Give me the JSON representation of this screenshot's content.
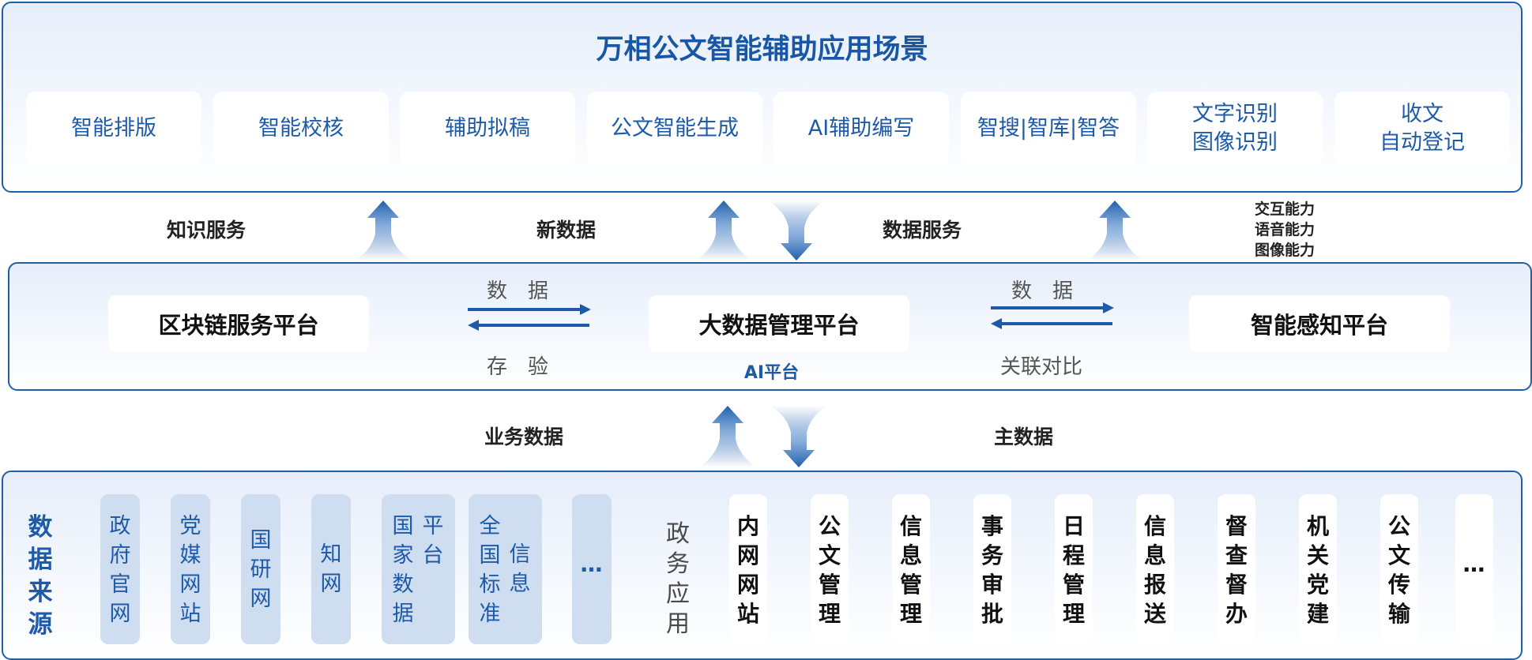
{
  "top": {
    "title": "万相公文智能辅助应用场景",
    "scenarios": [
      {
        "label": "智能排版"
      },
      {
        "label": "智能校核"
      },
      {
        "label": "辅助拟稿"
      },
      {
        "label": "公文智能生成"
      },
      {
        "label": "AI辅助编写"
      },
      {
        "label": "智搜|智库|智答"
      },
      {
        "label": "文字识别\n图像识别"
      },
      {
        "label": "收文\n自动登记"
      }
    ]
  },
  "upper_flows": {
    "knowledge_service": "知识服务",
    "new_data": "新数据",
    "data_service": "数据服务",
    "capabilities": [
      "交互能力",
      "语音能力",
      "图像能力"
    ]
  },
  "middle": {
    "blockchain": "区块链服务平台",
    "big_data": "大数据管理平台",
    "perception": "智能感知平台",
    "ai_platform": "AI平台",
    "left_link": {
      "top": "数　据",
      "bottom": "存　验"
    },
    "right_link": {
      "top": "数　据",
      "bottom": "关联对比"
    }
  },
  "lower_flows": {
    "business_data": "业务数据",
    "master_data": "主数据"
  },
  "bottom": {
    "title": [
      "数",
      "据",
      "来",
      "源"
    ],
    "sources": [
      {
        "cols": [
          [
            "政",
            "府",
            "官",
            "网"
          ]
        ]
      },
      {
        "cols": [
          [
            "党",
            "媒",
            "网",
            "站"
          ]
        ]
      },
      {
        "cols": [
          [
            "国",
            "研",
            "网"
          ]
        ]
      },
      {
        "cols": [
          [
            "知",
            "网"
          ]
        ]
      },
      {
        "cols": [
          [
            "国",
            "家",
            "数",
            "据"
          ],
          [
            "平",
            "台"
          ]
        ]
      },
      {
        "cols": [
          [
            "全",
            "国",
            "标",
            "准"
          ],
          [
            "信",
            "息"
          ]
        ]
      }
    ],
    "sources_more": "…",
    "gov_title": [
      "政",
      "务",
      "应",
      "用"
    ],
    "gov_apps": [
      {
        "chars": [
          "内",
          "网",
          "网",
          "站"
        ]
      },
      {
        "chars": [
          "公",
          "文",
          "管",
          "理"
        ]
      },
      {
        "chars": [
          "信",
          "息",
          "管",
          "理"
        ]
      },
      {
        "chars": [
          "事",
          "务",
          "审",
          "批"
        ]
      },
      {
        "chars": [
          "日",
          "程",
          "管",
          "理"
        ]
      },
      {
        "chars": [
          "信",
          "息",
          "报",
          "送"
        ]
      },
      {
        "chars": [
          "督",
          "查",
          "督",
          "办"
        ]
      },
      {
        "chars": [
          "机",
          "关",
          "党",
          "建"
        ]
      },
      {
        "chars": [
          "公",
          "文",
          "传",
          "输"
        ]
      }
    ],
    "gov_more": "…"
  },
  "colors": {
    "brand_blue": "#1d5aa8",
    "border_blue": "#1f5fa8",
    "source_card": "#cfddf1"
  }
}
